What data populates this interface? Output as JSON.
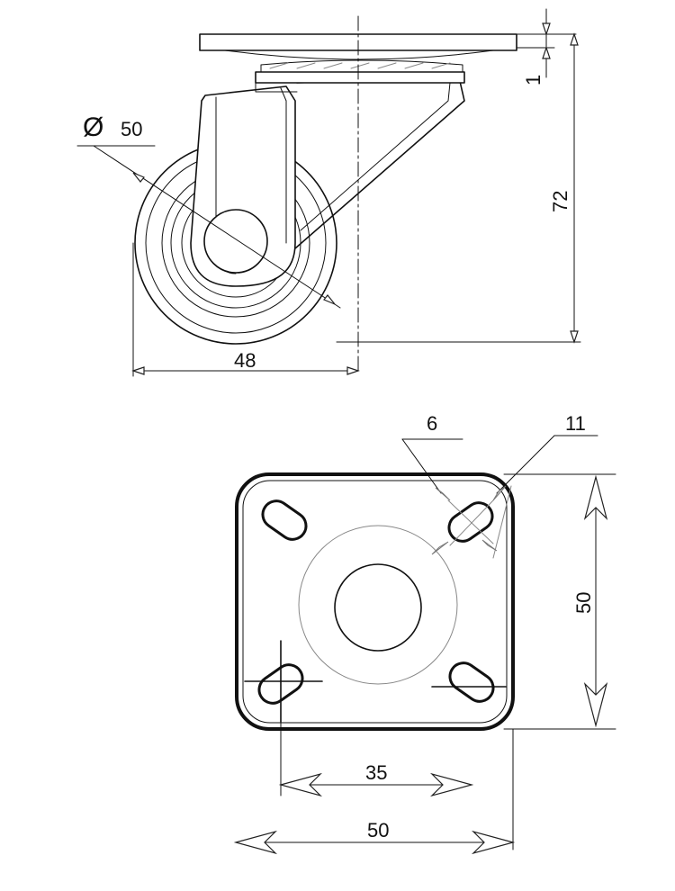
{
  "side_view": {
    "wheel_diameter_symbol": "Ø",
    "wheel_diameter": "50",
    "plate_thickness": "1",
    "overall_height": "72",
    "swivel_offset": "48"
  },
  "plate_view": {
    "slot_width": "6",
    "slot_length": "11",
    "plate_height": "50",
    "hole_spacing": "35",
    "plate_width": "50"
  }
}
